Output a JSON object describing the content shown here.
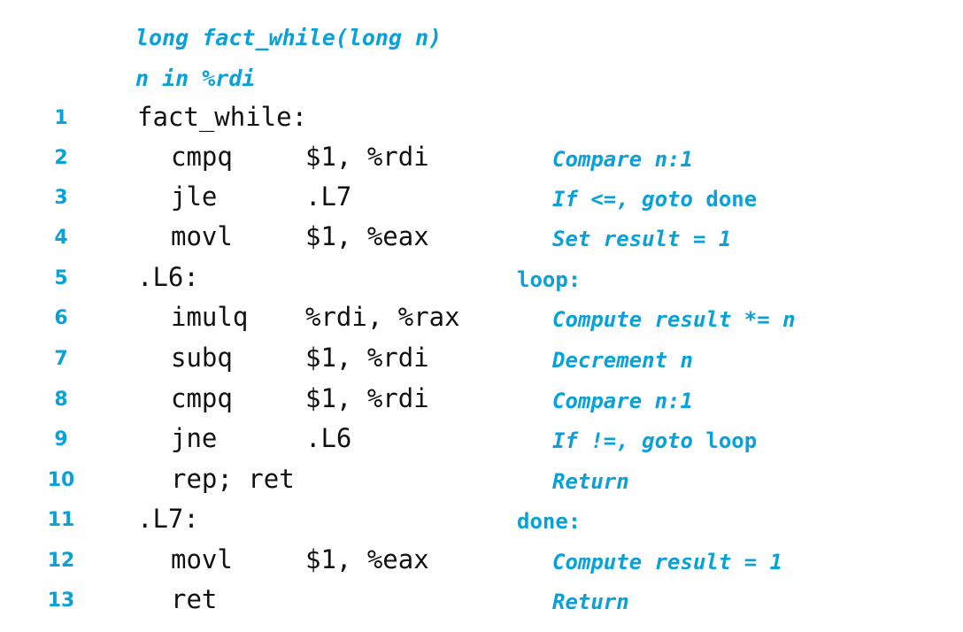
{
  "header": {
    "signature": "long fact_while(long n)",
    "register_note": "n in %rdi"
  },
  "lines": [
    {
      "num": "1",
      "kind": "label",
      "label": "fact_while:",
      "op": "",
      "operands": "",
      "comment": "",
      "comment_kw": ""
    },
    {
      "num": "2",
      "kind": "instr",
      "label": "",
      "op": "cmpq",
      "operands": "$1, %rdi",
      "comment": "Compare n:1",
      "comment_kw": ""
    },
    {
      "num": "3",
      "kind": "instr",
      "label": "",
      "op": "jle",
      "operands": ".L7",
      "comment": "If <=, goto ",
      "comment_kw": "done"
    },
    {
      "num": "4",
      "kind": "instr",
      "label": "",
      "op": "movl",
      "operands": "$1, %eax",
      "comment": "Set result = 1",
      "comment_kw": ""
    },
    {
      "num": "5",
      "kind": "label",
      "label": ".L6:",
      "op": "",
      "operands": "",
      "comment": "",
      "comment_kw": "",
      "side_label": "loop:"
    },
    {
      "num": "6",
      "kind": "instr",
      "label": "",
      "op": "imulq",
      "operands": "%rdi, %rax",
      "comment": "Compute result *= n",
      "comment_kw": ""
    },
    {
      "num": "7",
      "kind": "instr",
      "label": "",
      "op": "subq",
      "operands": "$1, %rdi",
      "comment": "Decrement n",
      "comment_kw": ""
    },
    {
      "num": "8",
      "kind": "instr",
      "label": "",
      "op": "cmpq",
      "operands": "$1, %rdi",
      "comment": "Compare n:1",
      "comment_kw": ""
    },
    {
      "num": "9",
      "kind": "instr",
      "label": "",
      "op": "jne",
      "operands": ".L6",
      "comment": "If !=, goto ",
      "comment_kw": "loop"
    },
    {
      "num": "10",
      "kind": "instr",
      "label": "",
      "op": "rep; ret",
      "operands": "",
      "comment": "Return",
      "comment_kw": ""
    },
    {
      "num": "11",
      "kind": "label",
      "label": ".L7:",
      "op": "",
      "operands": "",
      "comment": "",
      "comment_kw": "",
      "side_label": "done:"
    },
    {
      "num": "12",
      "kind": "instr",
      "label": "",
      "op": "movl",
      "operands": "$1, %eax",
      "comment": "Compute result = 1",
      "comment_kw": ""
    },
    {
      "num": "13",
      "kind": "instr",
      "label": "",
      "op": "ret",
      "operands": "",
      "comment": "Return",
      "comment_kw": ""
    }
  ],
  "colors": {
    "accent": "#0aa0d8",
    "text": "#111111",
    "background": "#ffffff"
  }
}
